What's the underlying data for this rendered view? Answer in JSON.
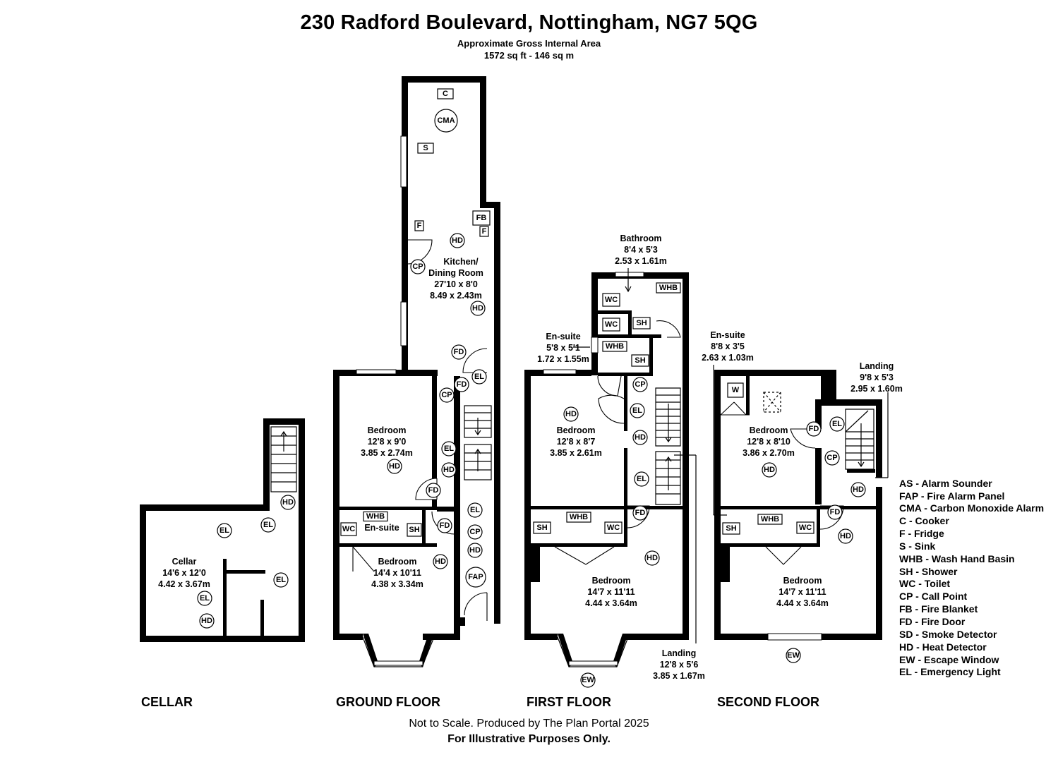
{
  "header": {
    "title": "230 Radford Boulevard, Nottingham, NG7 5QG",
    "subtitle": "Approximate Gross Internal Area",
    "area": "1572 sq ft - 146 sq m"
  },
  "footer": {
    "line1": "Not to Scale. Produced by The Plan Portal 2025",
    "line2": "For Illustrative Purposes Only."
  },
  "floors": {
    "cellar": "CELLAR",
    "ground": "GROUND FLOOR",
    "first": "FIRST FLOOR",
    "second": "SECOND FLOOR"
  },
  "rooms": {
    "cellar": {
      "name": "Cellar",
      "imperial": "14'6 x 12'0",
      "metric": "4.42 x 3.67m"
    },
    "kitchen": {
      "name1": "Kitchen/",
      "name2": "Dining Room",
      "imperial": "27'10 x 8'0",
      "metric": "8.49 x 2.43m"
    },
    "ground_bed1": {
      "name": "Bedroom",
      "imperial": "12'8 x 9'0",
      "metric": "3.85 x 2.74m"
    },
    "ground_ensuite": {
      "name": "En-suite"
    },
    "ground_bed2": {
      "name": "Bedroom",
      "imperial": "14'4 x 10'11",
      "metric": "4.38 x 3.34m"
    },
    "bathroom": {
      "name": "Bathroom",
      "imperial": "8'4 x 5'3",
      "metric": "2.53 x 1.61m"
    },
    "first_ensuite": {
      "name": "En-suite",
      "imperial": "5'8 x 5'1",
      "metric": "1.72 x 1.55m"
    },
    "first_bed1": {
      "name": "Bedroom",
      "imperial": "12'8 x 8'7",
      "metric": "3.85 x 2.61m"
    },
    "first_bed2": {
      "name": "Bedroom",
      "imperial": "14'7 x 11'11",
      "metric": "4.44 x 3.64m"
    },
    "first_landing": {
      "name": "Landing",
      "imperial": "12'8 x 5'6",
      "metric": "3.85 x 1.67m"
    },
    "second_ensuite": {
      "name": "En-suite",
      "imperial": "8'8 x 3'5",
      "metric": "2.63 x 1.03m"
    },
    "second_landing": {
      "name": "Landing",
      "imperial": "9'8 x 5'3",
      "metric": "2.95 x 1.60m"
    },
    "second_bed1": {
      "name": "Bedroom",
      "imperial": "12'8 x 8'10",
      "metric": "3.86 x 2.70m"
    },
    "second_bed2": {
      "name": "Bedroom",
      "imperial": "14'7 x 11'11",
      "metric": "4.44 x 3.64m"
    }
  },
  "symbols": {
    "HD": "HD",
    "EL": "EL",
    "FD": "FD",
    "CP": "CP",
    "FAP": "FAP",
    "CMA": "CMA",
    "EW": "EW",
    "C": "C",
    "S": "S",
    "F": "F",
    "FB": "FB",
    "WHB": "WHB",
    "WC": "WC",
    "SH": "SH",
    "W": "W"
  },
  "legend": [
    "AS - Alarm Sounder",
    "FAP - Fire Alarm Panel",
    "CMA - Carbon Monoxide Alarm",
    "C - Cooker",
    "F - Fridge",
    "S - Sink",
    "WHB - Wash Hand Basin",
    "SH - Shower",
    "WC - Toilet",
    "CP -  Call Point",
    "FB -  Fire Blanket",
    "FD -  Fire Door",
    "SD -  Smoke Detector",
    "HD -  Heat Detector",
    "EW -  Escape Window",
    "EL -  Emergency Light"
  ]
}
